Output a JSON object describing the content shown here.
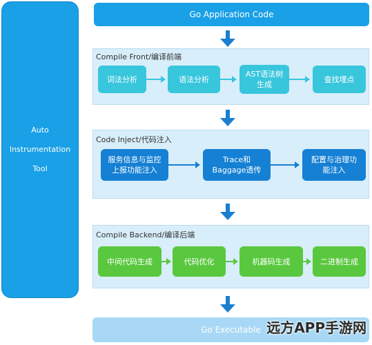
{
  "side_label": [
    "Auto",
    "Instrumentation",
    "Tool"
  ],
  "top_label": "Go Application Code",
  "bottom_label": "Go Executable",
  "sections": [
    {
      "title": "Compile Front/编译前端",
      "boxes": [
        "词法分析",
        "语法分析",
        "AST语法树\n生成",
        "查找埋点"
      ]
    },
    {
      "title": "Code Inject/代码注入",
      "boxes": [
        "服务信息与监控\n上报功能注入",
        "Trace和\nBaggage透传",
        "配置与治理功\n能注入"
      ]
    },
    {
      "title": "Compile Backend/编译后端",
      "boxes": [
        "中间代码生成",
        "代码优化",
        "机器码生成",
        "二进制生成"
      ]
    }
  ],
  "watermark": "远方APP手游网"
}
